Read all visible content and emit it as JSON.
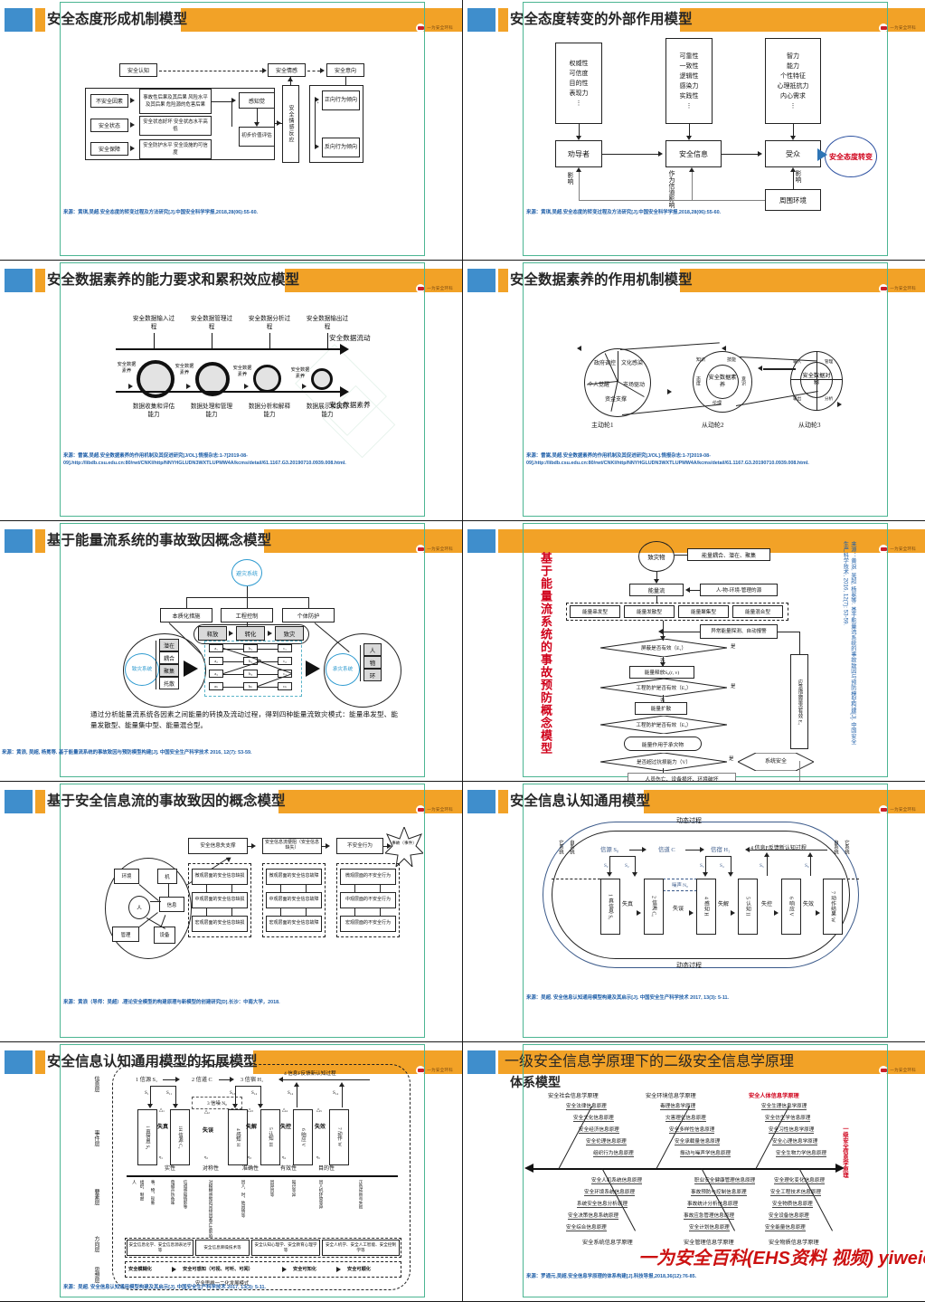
{
  "deck": {
    "logo_text": "一为安全环科",
    "watermark": "一为安全百科(EHS资料 视频) yiweiehs.cn"
  },
  "slides": [
    {
      "id": "slide-1",
      "title": "安全态度形成机制模型",
      "citation": "来源：黄琪,吴超.安全态度的转变过程及方法研究[J].中国安全科学学报,2018,28(06):55-60.",
      "diagram": {
        "type": "flowchart",
        "nodes": [
          "安全认知",
          "安全情感",
          "安全意向",
          "不安全因素",
          "安全状态",
          "安全保障",
          "事故性后果及其后果 风险水平及其后果 危险源的危害后果",
          "安全状态好坏 安全状态水平高低",
          "安全防护水平 安全设施的可信度",
          "感知觉",
          "初步价值评估",
          "安全情感反应",
          "正向行为倾向",
          "反向行为倾向"
        ]
      }
    },
    {
      "id": "slide-2",
      "title": "安全态度转变的外部作用模型",
      "citation": "来源：黄琪,吴超.安全态度的转变过程及方法研究[J].中国安全科学学报,2018,28(06):55-60.",
      "diagram": {
        "type": "flowchart",
        "attr_boxes": [
          [
            "权威性",
            "可信度",
            "目的性",
            "表现力",
            "⋮"
          ],
          [
            "可靠性",
            "一致性",
            "逻辑性",
            "感染力",
            "实践性",
            "⋮"
          ],
          [
            "智力",
            "能力",
            "个性特征",
            "心理抵抗力",
            "内心需求",
            "⋮"
          ]
        ],
        "row_nodes": [
          "劝导者",
          "安全信息",
          "受众"
        ],
        "edge_labels": [
          "影响",
          "作为信道影响",
          "影响"
        ],
        "environment": "周围环境",
        "result": "安全态度转变"
      }
    },
    {
      "id": "slide-3",
      "title": "安全数据素养的能力要求和累积效应模型",
      "citation": "来源：雷嵩,吴超.安全数据素养的作用机制及其促进研究[J/OL].情报杂志:1-7[2019-08-09].http://libdb.csu.edu.cn:80/rwt/CNKI/http/NNYHGLUDN3WXTLUPMW4A/kcms/detail/61.1167.G3.20190710.0939.008.html.",
      "diagram": {
        "type": "process-axis",
        "top_labels": [
          "安全数据输入过程",
          "安全数据管理过程",
          "安全数据分析过程",
          "安全数据输出过程"
        ],
        "bottom_labels": [
          "数据收集和评估能力",
          "数据处理和管理能力",
          "数据分析和解释能力",
          "数据展示和执行能力"
        ],
        "axis_top": "安全数据流动",
        "axis_bottom": "安全数据素养",
        "gear_label": "安全数据素养"
      }
    },
    {
      "id": "slide-4",
      "title": "安全数据素养的作用机制模型",
      "citation": "来源：雷嵩,吴超.安全数据素养的作用机制及其促进研究[J/OL].情报杂志:1-7[2019-08-09].http://libdb.csu.edu.cn:80/rwt/CNKI/http/NNYHGLUDN3WXTLUPMW4A/kcms/detail/61.1167.G3.20190710.0939.008.html.",
      "diagram": {
        "type": "gear-train",
        "wheels": [
          {
            "name": "主动轮1",
            "sectors": [
              "政府调控",
              "文化感染",
              "市场驱动",
              "资金支撑",
              "个人觉醒"
            ]
          },
          {
            "name": "从动轮2",
            "hub": "安全数据素养",
            "sectors": [
              "知识",
              "技能",
              "意识",
              "伦理",
              "态度"
            ]
          },
          {
            "name": "从动轮3",
            "hub": "安全数据对称",
            "sectors": [
              "输入",
              "管理",
              "分析",
              "输出"
            ]
          }
        ]
      }
    },
    {
      "id": "slide-5",
      "title": "基于能量流系统的事故致因概念模型",
      "citation": "来源：黄浪, 吴超, 杨冕等. 基于能量流系统的事故致因与预防模型构建[J]. 中国安全生产科学技术 2016, 12(7): 53-59.",
      "diagram": {
        "type": "energy-flow",
        "top_node": "避灾系统",
        "barriers": [
          "本质化措施",
          "工程控制",
          "个体防护"
        ],
        "chain": [
          "释放",
          "转化",
          "致灾"
        ],
        "left_circle": "致灾系统",
        "left_items": [
          "潜在",
          "耦合",
          "聚集",
          "托散"
        ],
        "right_circle": "承灾系统",
        "right_items": [
          "人",
          "物",
          "环"
        ],
        "matrix_rows": [
          "a",
          "b",
          "c"
        ],
        "note": "通过分析能量流系统各因素之间能量的转换及流动过程，得到四种能量流致灾模式：能量串发型、能量发散型、能量集中型、能量混合型。"
      }
    },
    {
      "id": "slide-6",
      "title": "基于能量流系统的事故预防概念模型",
      "vertical_title": "基于能量流系统的事故预防概念模型",
      "citation": "来源：黄浪, 吴超, 杨冕等. 基于能量流系统的事故致因与预防模型构建[J]. 中国安全生产科学技术, 2016, 12(7): 53-59.",
      "diagram": {
        "type": "prevention-flowchart",
        "start": "致灾物",
        "start_note": "能量耦合、潜在、聚集",
        "energy_node": "能量流",
        "source_note": "人-物-环境-管理的源",
        "types": [
          "能量串发型",
          "能量发散型",
          "能量聚集型",
          "能量混合型"
        ],
        "detect": "异常能量探测、自动报警",
        "decisions": [
          "屏蔽是否有效（E₁）",
          "工程防护是否有效（E₂）",
          "工程防护是否有效（E₃）",
          "是否超过抗损能力（V）"
        ],
        "releases": [
          "能量释放S₀(r, v)",
          "能量扩散",
          "能量作用于承灾物"
        ],
        "emergency": "应急措施是否有效 E₄",
        "safe": "系统安全",
        "outcome": "人员伤亡、设备损坏、环境破坏",
        "yes": "是",
        "no": "否"
      }
    },
    {
      "id": "slide-7",
      "title": "基于安全信息流的事故致因的概念模型",
      "citation": "来源：黄浪（导师：吴超）.理论安全模型的构建原理与新模型的创建研究[D].长沙：中南大学，2018.",
      "diagram": {
        "type": "info-flow",
        "circle_nodes": [
          "环境",
          "机",
          "人",
          "信息",
          "管理",
          "设备"
        ],
        "top_nodes": [
          "安全信息失支撑",
          "安全信息流梗阻（安全信息缺失）",
          "不安全行为",
          "事故（事件）"
        ],
        "columns": [
          [
            "微观层面的安全信息缺损",
            "中观层面的安全信息缺损",
            "宏观层面的安全信息缺损"
          ],
          [
            "微观层面的安全信息故障",
            "中观层面的安全信息故障",
            "宏观层面的安全信息故障"
          ],
          [
            "微观层面的不安全行为",
            "中观层面的不安全行为",
            "宏观层面的不安全行为"
          ]
        ]
      }
    },
    {
      "id": "slide-8",
      "title": "安全信息认知通用模型",
      "citation": "来源：吴超. 安全信息认知通用模型构建及其启示[J]. 中国安全生产科学技术 2017, 13(3): 5-11.",
      "diagram": {
        "type": "cognition-model",
        "outer_label": "动态过程",
        "side_labels": [
          "它系统",
          "自系统"
        ],
        "top_chain": [
          "信源 S₀",
          "信道 C",
          "信宿 H₁",
          "4 信息F反馈新认知过程"
        ],
        "noise": "噪声 N₀",
        "boxes": [
          "1 真信息 S₀",
          "2 信源 C₀",
          "4 感知 H",
          "5 认知 II",
          "6 响应 V",
          "7 动作结果 W"
        ],
        "links": [
          "失真",
          "失误",
          "失解",
          "失控",
          "失效"
        ],
        "signals": [
          "S₀",
          "S₂",
          "S₃",
          "S₄",
          "S₅",
          "S₆"
        ]
      }
    },
    {
      "id": "slide-9",
      "title": "安全信息认知通用模型的拓展模型",
      "citation": "来源：吴超. 安全信息认知通用模型构建及其启示[J]. 中国安全生产科学技术 2017, 13(3): 5-11.",
      "diagram": {
        "type": "extended-cognition-model",
        "layer_labels": [
          "信息层",
          "事件层",
          "要素层",
          "方向层",
          "思想层"
        ],
        "top_chain": [
          "1 信源 S₁",
          "2 信道 C",
          "3 信宿 H₁",
          "4 信息F反馈新认知过程"
        ],
        "noise": "3 信噪 N₀",
        "deltas": [
          "△₁",
          "△₂",
          "△₃",
          "△₄",
          "△₅"
        ],
        "link_labels": [
          "失真",
          "失误",
          "失解",
          "失控",
          "失效"
        ],
        "properties": [
          "实性",
          "对称性",
          "准确性",
          "有效性",
          "目的性"
        ],
        "direction_boxes": [
          "安全信息化学、安全信息源表达学等",
          "安全信息降噪技术等",
          "安全认知心理学、安全教育心理学等",
          "安全人机学、安全人工智能、安全控制学等"
        ],
        "thought_chain": [
          "安全模糊化",
          "安全可感知（可视、可听、可闻）",
          "安全可知化",
          "安全可顺化"
        ],
        "thought_note": "安全思维一二化发展模式"
      }
    },
    {
      "id": "slide-10",
      "title": "一级安全信息学原理下的二级安全信息学原理",
      "title_line2": "体系模型",
      "citation": "来源：罗通元,吴超.安全信息学原理的体系构建[J].科技导报,2018,36(12):76-85.",
      "diagram": {
        "type": "fishbone",
        "spine_label": "一级安全信息学原理",
        "branches": [
          {
            "head": "安全社会信息学原理",
            "head_color": "#222222",
            "position": "top",
            "items": [
              "安全法律信息原理",
              "安全文化信息原理",
              "安全经济信息原理",
              "安全伦理信息原理",
              "组织行为信息原理"
            ]
          },
          {
            "head": "安全环境信息学原理",
            "head_color": "#222222",
            "position": "top",
            "items": [
              "毒理信息学原理",
              "灾害理化信息原理",
              "安全多样性信息原理",
              "安全承载量信息原理",
              "振动与噪声学信息原理"
            ]
          },
          {
            "head": "安全人体信息学原理",
            "head_color": "#cc2020",
            "position": "top",
            "items": [
              "安全生理信息学原理",
              "安全仿生学信息原理",
              "安全习性信息学原理",
              "安全心理信息学原理",
              "安全生物力学信息原理"
            ]
          },
          {
            "head": "安全系统信息学原理",
            "head_color": "#222222",
            "position": "bottom",
            "items": [
              "安全人机系统信息原理",
              "安全环境系统信息原理",
              "系统安全信息分析原理",
              "安全决策信息系统原理",
              "安全综合信息原理"
            ]
          },
          {
            "head": "安全管理信息学原理",
            "head_color": "#222222",
            "position": "bottom",
            "items": [
              "职业安全健康管理信息原理",
              "事故预防与控制信息原理",
              "事故统计分析信息原理",
              "事故应急管理信息原理",
              "安全计划信息原理"
            ]
          },
          {
            "head": "安全物质信息学原理",
            "head_color": "#222222",
            "position": "bottom",
            "items": [
              "安全理化变化信息原理",
              "安全工程技术信息原理",
              "安全物质信息原理",
              "安全设备信息原理",
              "安全能量信息原理"
            ]
          }
        ]
      }
    }
  ]
}
